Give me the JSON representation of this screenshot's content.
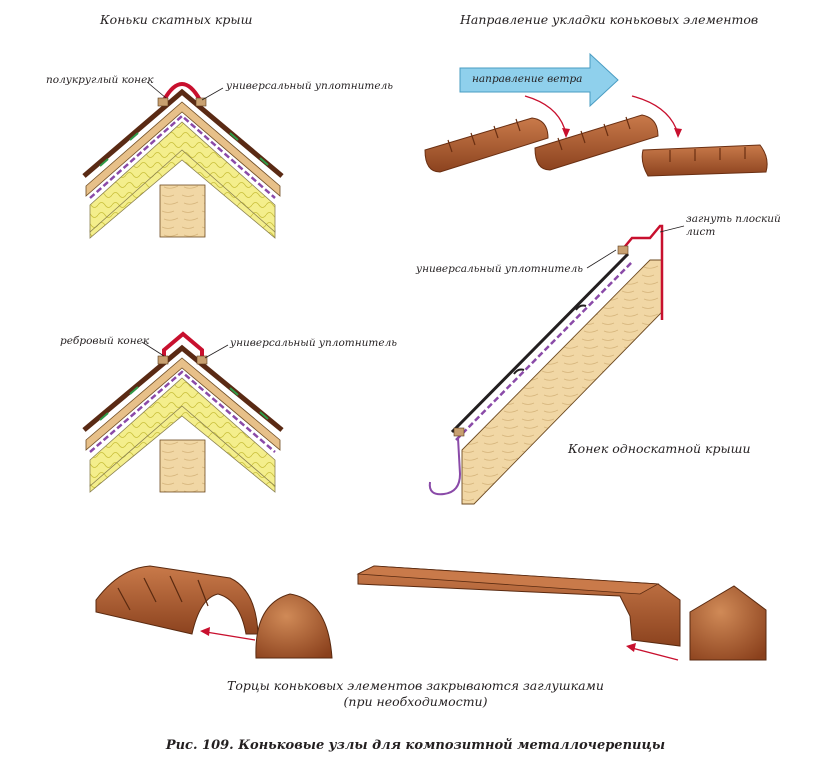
{
  "headings": {
    "ridges_pitched": "Коньки скатных крыш",
    "laying_direction": "Направление укладки коньковых элементов",
    "shed_ridge": "Конек односкатной крыши"
  },
  "labels": {
    "semicircular_ridge": "полукруглый конек",
    "universal_seal_1": "универсальный уплотнитель",
    "ribbed_ridge": "ребровый конек",
    "universal_seal_2": "универсальный уплотнитель",
    "universal_seal_3": "универсальный уплотнитель",
    "wind_direction": "направление ветра",
    "bend_flat_sheet_line1": "загнуть плоский",
    "bend_flat_sheet_line2": "лист"
  },
  "end_caps_note": {
    "line1": "Торцы коньковых элементов закрываются заглушками",
    "line2": "(при необходимости)"
  },
  "figure_caption": "Рис. 109. Коньковые узлы для композитной металлочерепицы",
  "colors": {
    "tile_brown": "#b8663a",
    "tile_dark": "#7a3a1c",
    "insulation": "#f4ee8c",
    "wood": "#f1d7a5",
    "membrane": "#8a4aa8",
    "ridge_red": "#c8102e",
    "arrow_blue": "#8fd0ec"
  }
}
